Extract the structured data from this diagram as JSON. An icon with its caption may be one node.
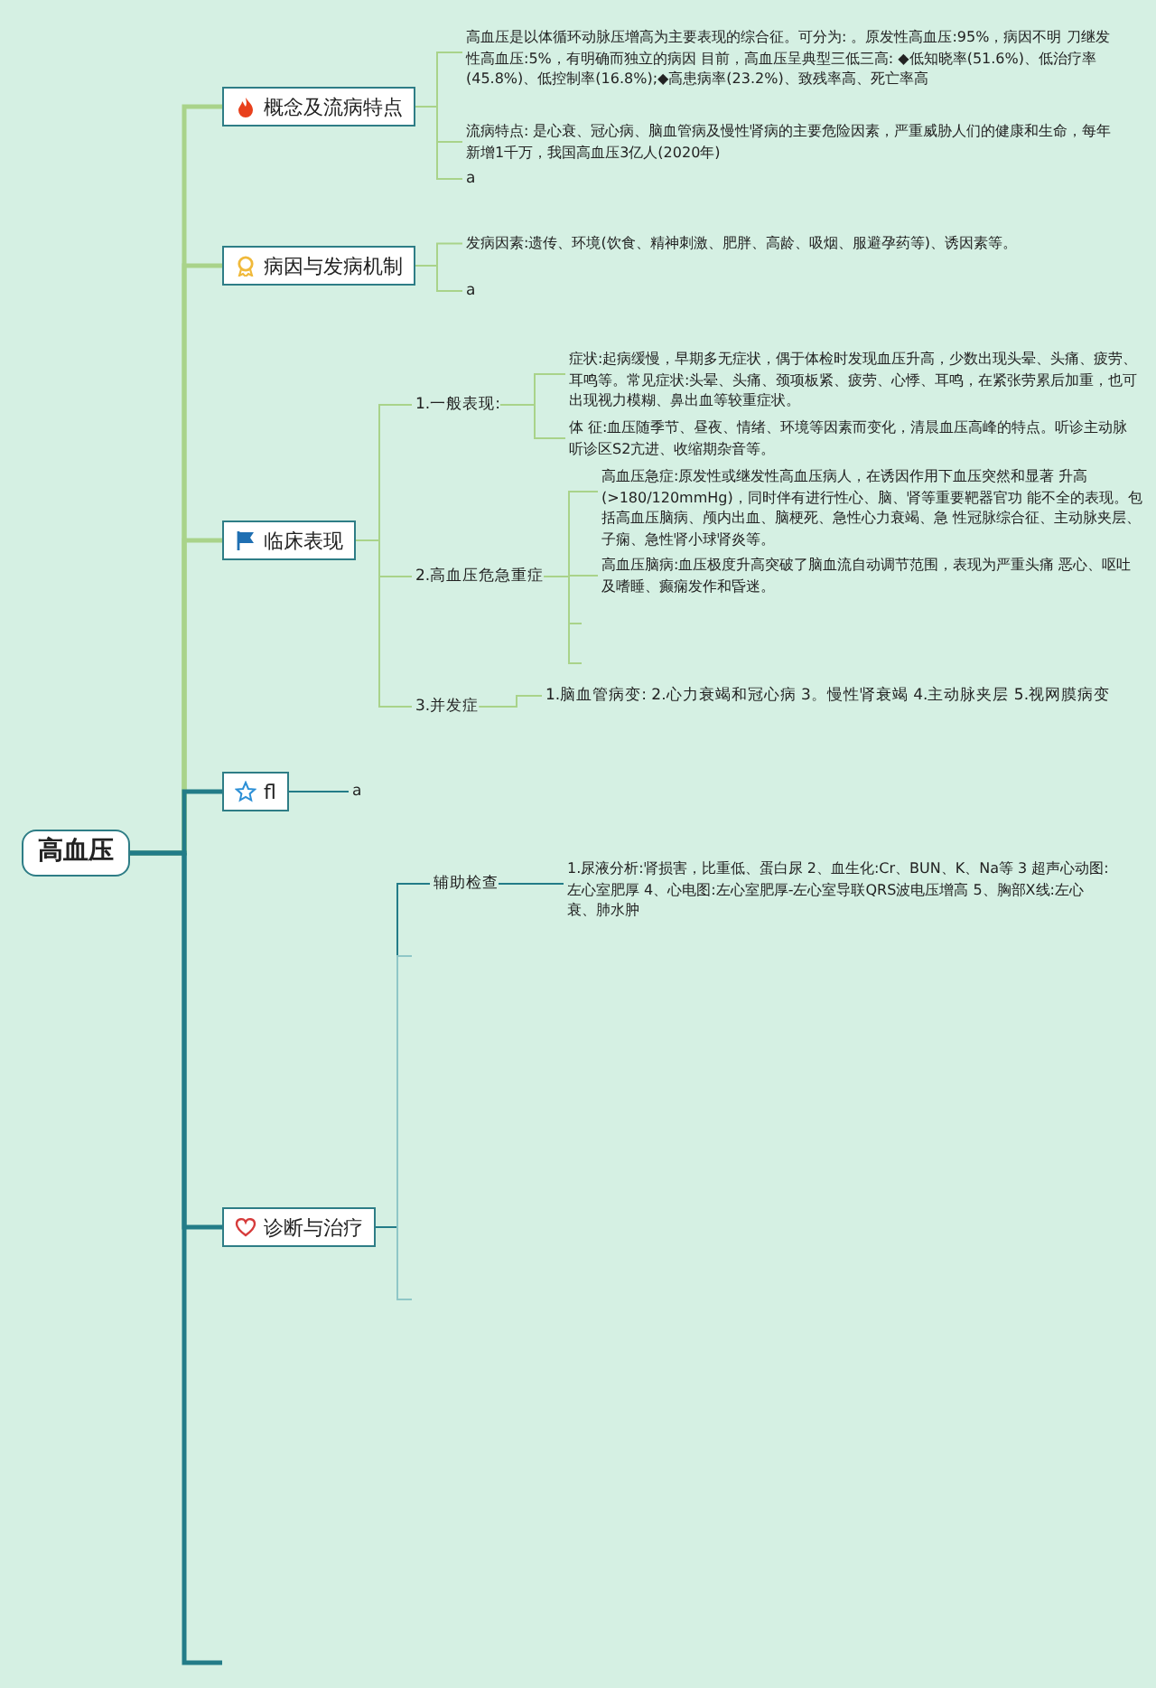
{
  "diagram": {
    "nodes": [
      {
        "text": [
          "高血压"
        ]
      },
      {
        "text": [
          "概念及流病特点"
        ]
      },
      {
        "text": [
          "高血压是以体循环动脉压增高为主要表现的综合征。可分为: 。原发性高血压:95%，病因不明 刀继发性高血压:5%，有明确而独立的病因 目前，高血压呈典型三低三高: ◆低知晓率(51.6%)、低治疗率(45.8%)、低控制率(16.8%);◆高患病率(23.2%)、致残率高、死亡率高"
        ]
      },
      {
        "text": [
          "流病特点: 是心衰、冠心病、脑血管病及慢性肾病的主要危险因素，严重威胁人们的健康和生命，每年新增1千万，我国高血压3亿人(2020年)"
        ]
      },
      {
        "text": [
          "a"
        ]
      },
      {
        "text": [
          "病因与发病机制"
        ]
      },
      {
        "text": [
          "发病因素:遗传、环境(饮食、精神刺激、肥胖、高龄、吸烟、服避孕药等)、诱因素等。"
        ]
      },
      {
        "text": [
          "a"
        ]
      },
      {
        "text": [
          "临床表现"
        ]
      },
      {
        "text": [
          "1.一般表现:"
        ]
      },
      {
        "text": [
          "症状:起病缓慢，早期多无症状，偶于体检时发现血压升高，少数出现头晕、头痛、疲劳、耳鸣等。常见症状:头晕、头痛、颈项板紧、疲劳、心悸、耳鸣，在紧张劳累后加重，也可出现视力模糊、鼻出血等较重症状。"
        ]
      },
      {
        "text": [
          "体 征:血压随季节、昼夜、情绪、环境等因素而变化，清晨血压高峰的特点。听诊主动脉听诊区S2亢进、收缩期杂音等。"
        ]
      },
      {
        "text": [
          "2.高血压危急重症"
        ]
      },
      {
        "text": [
          "高血压急症:原发性或继发性高血压病人，在诱因作用下血压突然和显著 升高(>180/120mmHg)，同时伴有进行性心、脑、肾等重要靶器官功 能不全的表现。包括高血压脑病、颅内出血、脑梗死、急性心力衰竭、急 性冠脉综合征、主动脉夹层、子痫、急性肾小球肾炎等。"
        ]
      },
      {
        "text": [
          "高血压脑病:血压极度升高突破了脑血流自动调节范围，表现为严重头痛 恶心、呕吐及嗜睡、癫痫发作和昏迷。"
        ]
      },
      {
        "text": [
          "3.并发症"
        ]
      },
      {
        "text": [
          "1.脑血管病变: 2.心力衰竭和冠心病 3。慢性肾衰竭 4.主动脉夹层 5.视网膜病变"
        ]
      },
      {
        "text": [
          "fl"
        ]
      },
      {
        "text": [
          "a"
        ]
      },
      {
        "text": [
          "诊断与治疗"
        ]
      },
      {
        "text": [
          "辅助检查"
        ]
      },
      {
        "text": [
          "1.尿液分析:肾损害，比重低、蛋白尿 2、血生化:Cr、BUN、K、Na等 3 超声心动图:左心室肥厚 4、心电图:左心室肥厚-左心室导联QRS波电压增高 5、胸部X线:左心衰、肺水肿"
        ]
      }
    ],
    "edges": [
      {
        "from": 0,
        "to": 1,
        "arrow": "none",
        "style": "thick"
      },
      {
        "from": 0,
        "to": 5,
        "arrow": "none",
        "style": "thick"
      },
      {
        "from": 0,
        "to": 8,
        "arrow": "none",
        "style": "thick"
      },
      {
        "from": 0,
        "to": 17,
        "arrow": "none",
        "style": "thick",
        "color": "#237c88"
      },
      {
        "from": 0,
        "to": 19,
        "arrow": "none",
        "style": "thick",
        "color": "#237c88"
      },
      {
        "from": 1,
        "to": 2,
        "arrow": "none"
      },
      {
        "from": 1,
        "to": 3,
        "arrow": "none"
      },
      {
        "from": 1,
        "to": 4,
        "arrow": "none"
      },
      {
        "from": 5,
        "to": 6,
        "arrow": "none"
      },
      {
        "from": 5,
        "to": 7,
        "arrow": "none"
      },
      {
        "from": 8,
        "to": 9,
        "arrow": "none"
      },
      {
        "from": 8,
        "to": 12,
        "arrow": "none"
      },
      {
        "from": 8,
        "to": 15,
        "arrow": "none"
      },
      {
        "from": 9,
        "to": 10,
        "arrow": "none"
      },
      {
        "from": 9,
        "to": 11,
        "arrow": "none"
      },
      {
        "from": 12,
        "to": 13,
        "arrow": "none"
      },
      {
        "from": 12,
        "to": 14,
        "arrow": "none"
      },
      {
        "from": 15,
        "to": 16,
        "arrow": "none"
      },
      {
        "from": 17,
        "to": 18,
        "arrow": "none",
        "color": "#237c88"
      },
      {
        "from": 19,
        "to": 20,
        "arrow": "none",
        "color": "#237c88"
      },
      {
        "from": 20,
        "to": 21,
        "arrow": "none",
        "color": "#237c88"
      }
    ]
  }
}
